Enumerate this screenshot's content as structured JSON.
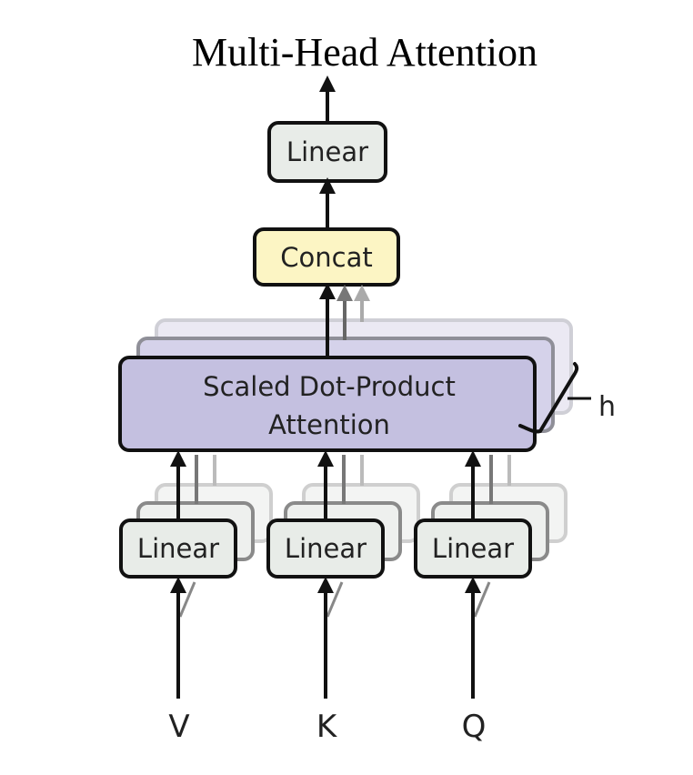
{
  "title": "Multi-Head Attention",
  "blocks": {
    "output_linear": "Linear",
    "concat": "Concat",
    "attention_line1": "Scaled Dot-Product",
    "attention_line2": "Attention",
    "linear_v": "Linear",
    "linear_k": "Linear",
    "linear_q": "Linear"
  },
  "inputs": {
    "v": "V",
    "k": "K",
    "q": "Q"
  },
  "heads_label": "h",
  "colors": {
    "linear_fill": "#e8ece8",
    "concat_fill": "#fcf5c4",
    "attention_fill": "#c4c0e0",
    "stroke": "#111111"
  }
}
